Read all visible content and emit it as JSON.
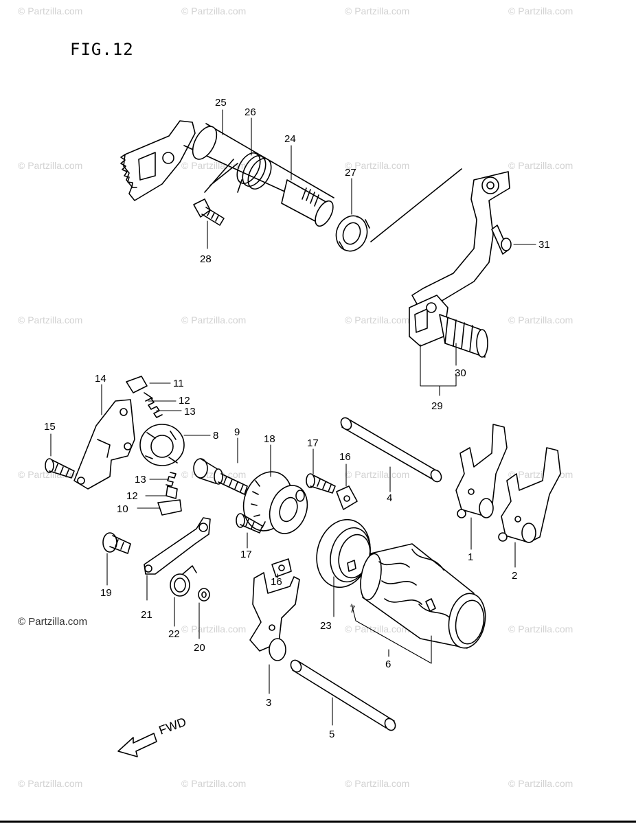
{
  "figure_title": "FIG.12",
  "watermark_text": "© Partzilla.com",
  "copyright_label": "© Partzilla.com",
  "fwd_label": "FWD",
  "callouts": [
    "25",
    "26",
    "24",
    "27",
    "28",
    "31",
    "30",
    "29",
    "14",
    "11",
    "12",
    "13",
    "8",
    "15",
    "9",
    "18",
    "17",
    "16",
    "4",
    "13",
    "12",
    "10",
    "19",
    "21",
    "22",
    "20",
    "17",
    "16",
    "23",
    "7",
    "6",
    "1",
    "2",
    "3",
    "5"
  ],
  "colors": {
    "line": "#000000",
    "watermark": "#d2d2d2"
  }
}
